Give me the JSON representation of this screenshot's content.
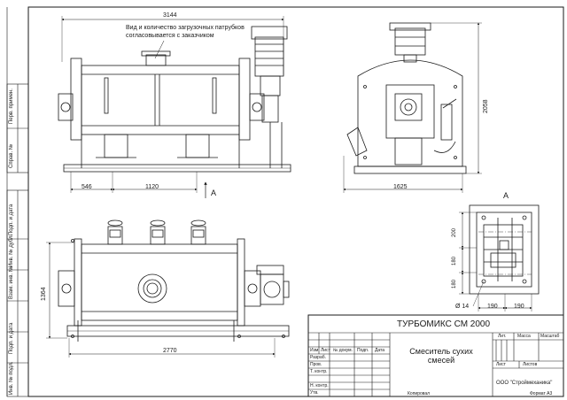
{
  "drawing": {
    "notes": {
      "line1": "Вид и количество загрузочных патрубков",
      "line2": "согласовывается с заказчиком"
    },
    "dimensions": {
      "overall_length_top": "3144",
      "height_side": "2058",
      "offset_left": "546",
      "leg_spacing": "1120",
      "side_width": "1625",
      "plan_depth": "1364",
      "plan_length": "2770",
      "hole_dia": "Ø 14",
      "a_width_1": "190",
      "a_width_2": "190",
      "a_height_1": "200",
      "a_height_2": "180",
      "a_height_3": "180"
    },
    "view_labels": {
      "arrow_label": "A",
      "section_label": "A"
    }
  },
  "title_block": {
    "product": "ТУРБОМИКС СМ 2000",
    "name_line1": "Смеситель сухих",
    "name_line2": "смесей",
    "company": "ООО \"Строймеханика\"",
    "col_izm": "Изм",
    "col_list": "Лист",
    "col_doc": "№ докум.",
    "col_sign": "Подп.",
    "col_date": "Дата",
    "row_razrab": "Разраб.",
    "row_prov": "Пров.",
    "row_tkontr": "Т. контр.",
    "row_nkontr": "Н. контр.",
    "row_utv": "Утв.",
    "lit": "Лит.",
    "massa": "Масса",
    "masshtab": "Масштаб",
    "list": "Лист",
    "listov": "Листов",
    "kopiroval": "Копировал",
    "format": "Формат А3"
  },
  "side_stamp": {
    "perv_primen": "Перв. примен.",
    "sprav": "Справ. №",
    "podp_data_1": "Подп. и дата",
    "inv_dubl": "Инв. № дубл.",
    "vzam_inv": "Взам. инв. №",
    "podp_data_2": "Подп. и дата",
    "inv_podl": "Инв. № подл."
  },
  "colors": {
    "line": "#1a1a1a",
    "paper": "#ffffff"
  }
}
